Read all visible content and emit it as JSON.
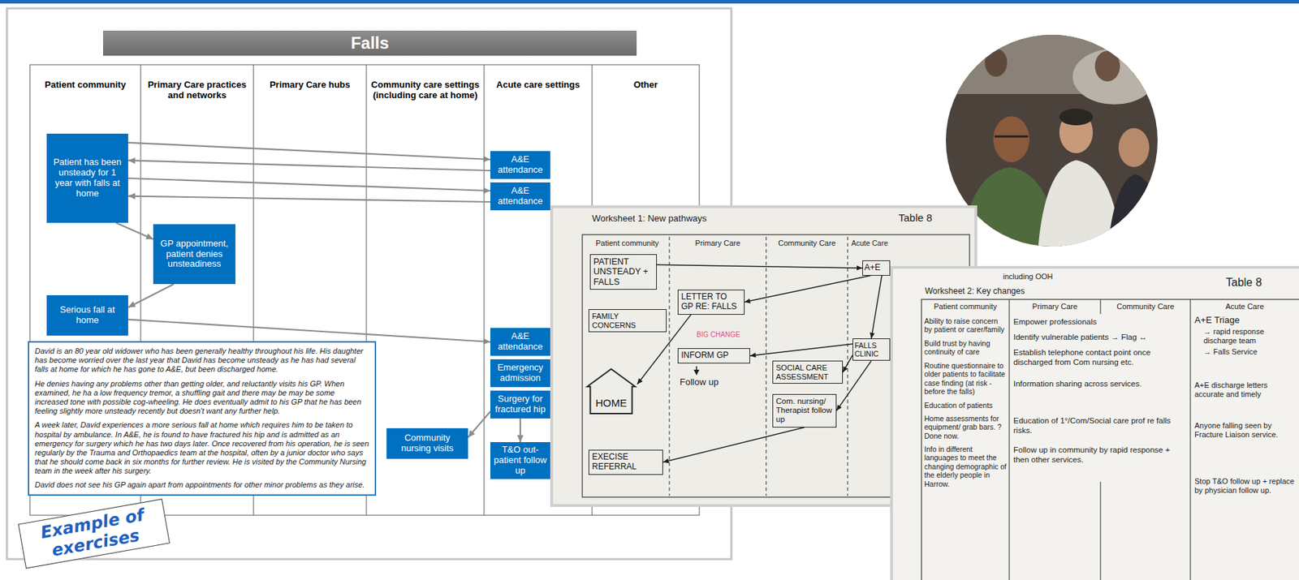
{
  "diagram": {
    "title": "Falls",
    "nodes": [
      {
        "text": [
          "Patient has been unsteady for 1 year with falls at home"
        ]
      },
      {
        "text": [
          "A&E attendance"
        ]
      },
      {
        "text": [
          "A&E attendance"
        ]
      },
      {
        "text": [
          "GP appointment, patient denies unsteadiness"
        ]
      },
      {
        "text": [
          "Serious fall at home"
        ]
      },
      {
        "text": [
          "A&E attendance"
        ]
      },
      {
        "text": [
          "Emergency admission"
        ]
      },
      {
        "text": [
          "Surgery for fractured hip"
        ]
      },
      {
        "text": [
          "Community nursing visits"
        ]
      },
      {
        "text": [
          "T&O out-patient follow up"
        ]
      },
      {
        "text": [
          "David is an 80 year old widower who has been generally healthy throughout his life. His daughter has become worried over the last year that David has become unsteady as he has had several falls at home for which he has gone to A&E, but been discharged home.",
          "He denies having any problems other than getting older, and reluctantly visits his GP. When examined, he ha a low frequency tremor, a shuffling gait and there may be may be some increased tone with possible cog-wheeling. He does eventually admit to his GP that he has been feeling slightly more unsteady recently but doesn't want any further help.",
          "A week later, David experiences a more serious fall at home which requires him to be taken to hospital by ambulance. In A&E, he is found to have fractured his hip and is admitted as an emergency for surgery which he has two days later. Once recovered from his operation, he is seen regularly by the Trauma and Orthopaedics team at the hospital, often by a junior doctor who says that he should come back in six months for further review. He is visited by the Community Nursing team in the week after his surgery.",
          "David does not see his GP again apart from appointments for other minor problems as they arise."
        ]
      },
      {
        "text": [
          "PATIENT UNSTEADY + FALLS"
        ]
      },
      {
        "text": [
          "A+E"
        ]
      },
      {
        "text": [
          "FAMILY CONCERNS"
        ]
      },
      {
        "text": [
          "LETTER TO GP RE: FALLS"
        ]
      },
      {
        "text": [
          "FALLS CLINIC"
        ]
      },
      {
        "text": [
          "HOME"
        ]
      },
      {
        "text": [
          "INFORM GP"
        ]
      },
      {
        "text": [
          "SOCIAL CARE ASSESSMENT"
        ]
      },
      {
        "text": [
          "Com. nursing/ Therapist follow up"
        ]
      },
      {
        "text": [
          "EXECISE REFERRAL"
        ]
      }
    ],
    "edges": [
      {
        "from": 0,
        "to": 1,
        "arrow": "to"
      },
      {
        "from": 1,
        "to": 0,
        "arrow": "to"
      },
      {
        "from": 0,
        "to": 2,
        "arrow": "to"
      },
      {
        "from": 2,
        "to": 0,
        "arrow": "to"
      },
      {
        "from": 0,
        "to": 3,
        "arrow": "to"
      },
      {
        "from": 3,
        "to": 4,
        "arrow": "to"
      },
      {
        "from": 4,
        "to": 5,
        "arrow": "to"
      },
      {
        "from": 7,
        "to": 8,
        "arrow": "to"
      },
      {
        "from": 7,
        "to": 9,
        "arrow": "to"
      },
      {
        "from": 11,
        "to": 12,
        "arrow": "to"
      },
      {
        "from": 12,
        "to": 14,
        "arrow": "to"
      },
      {
        "from": 14,
        "to": 16,
        "arrow": "to"
      },
      {
        "from": 12,
        "to": 15,
        "arrow": "to"
      },
      {
        "from": 15,
        "to": 17,
        "arrow": "to"
      },
      {
        "from": 15,
        "to": 18,
        "arrow": "to"
      },
      {
        "from": 15,
        "to": 19,
        "arrow": "to"
      },
      {
        "from": 19,
        "to": 20,
        "arrow": "to"
      }
    ],
    "labels": [
      "Patient community",
      "Primary Care practices and networks",
      "Primary Care hubs",
      "Community care settings (including care at home)",
      "Acute care settings",
      "Other",
      "Worksheet 1: New pathways",
      "Table 8",
      "Patient community",
      "Primary Care",
      "Community Care",
      "Acute Care",
      "BIG CHANGE",
      "Follow up",
      "Worksheet 2: Key changes",
      "including OOH",
      "Table 8",
      "Patient community",
      "Primary Care",
      "Community Care",
      "Acute Care",
      "Ability to raise concern by patient or carer/family",
      "Build trust by having continuity of care",
      "Routine questionnaire to older patients to facilitate case finding (at risk - before the falls)",
      "Education of patients",
      "Home assessments for equipment/ grab bars. ? Done now.",
      "Info in different languages to meet the changing demographic of the elderly people in Harrow.",
      "Empower professionals",
      "Identify vulnerable patients → Flag ↔",
      "Establish telephone contact point once discharged from Com nursing etc.",
      "Information sharing across services.",
      "Education of 1°/Com/Social care prof re falls risks.",
      "Follow up in community by rapid response + then other services.",
      "A+E Triage",
      "→ rapid response discharge team",
      "→ Falls Service",
      "A+E discharge letters accurate and timely",
      "Anyone falling seen by Fracture Liaison service.",
      "Stop T&O follow up + replace by physician follow up.",
      "Example of exercises"
    ]
  }
}
